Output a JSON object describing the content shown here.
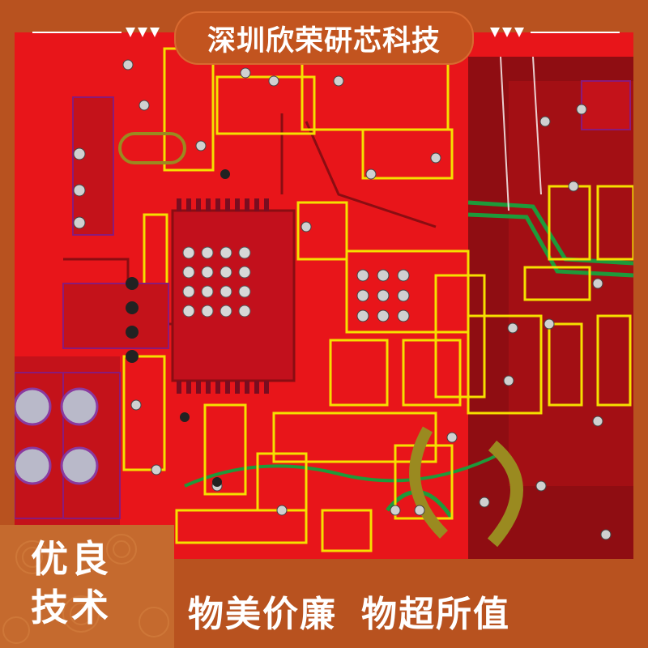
{
  "banner": {
    "title": "深圳欣荣研芯科技"
  },
  "badge": {
    "line1": "优良",
    "line2": "技术"
  },
  "slogan": {
    "part1": "物美价廉",
    "part2": "物超所值"
  },
  "colors": {
    "background": "#b8521f",
    "board": "#e8151a",
    "outline": "#f5e000",
    "trace": "#1e9a3a",
    "pad": "#c0c0c0",
    "darkcopper": "#8f0d12"
  },
  "icons": [
    "pcb-board-image",
    "wave-decoration"
  ]
}
